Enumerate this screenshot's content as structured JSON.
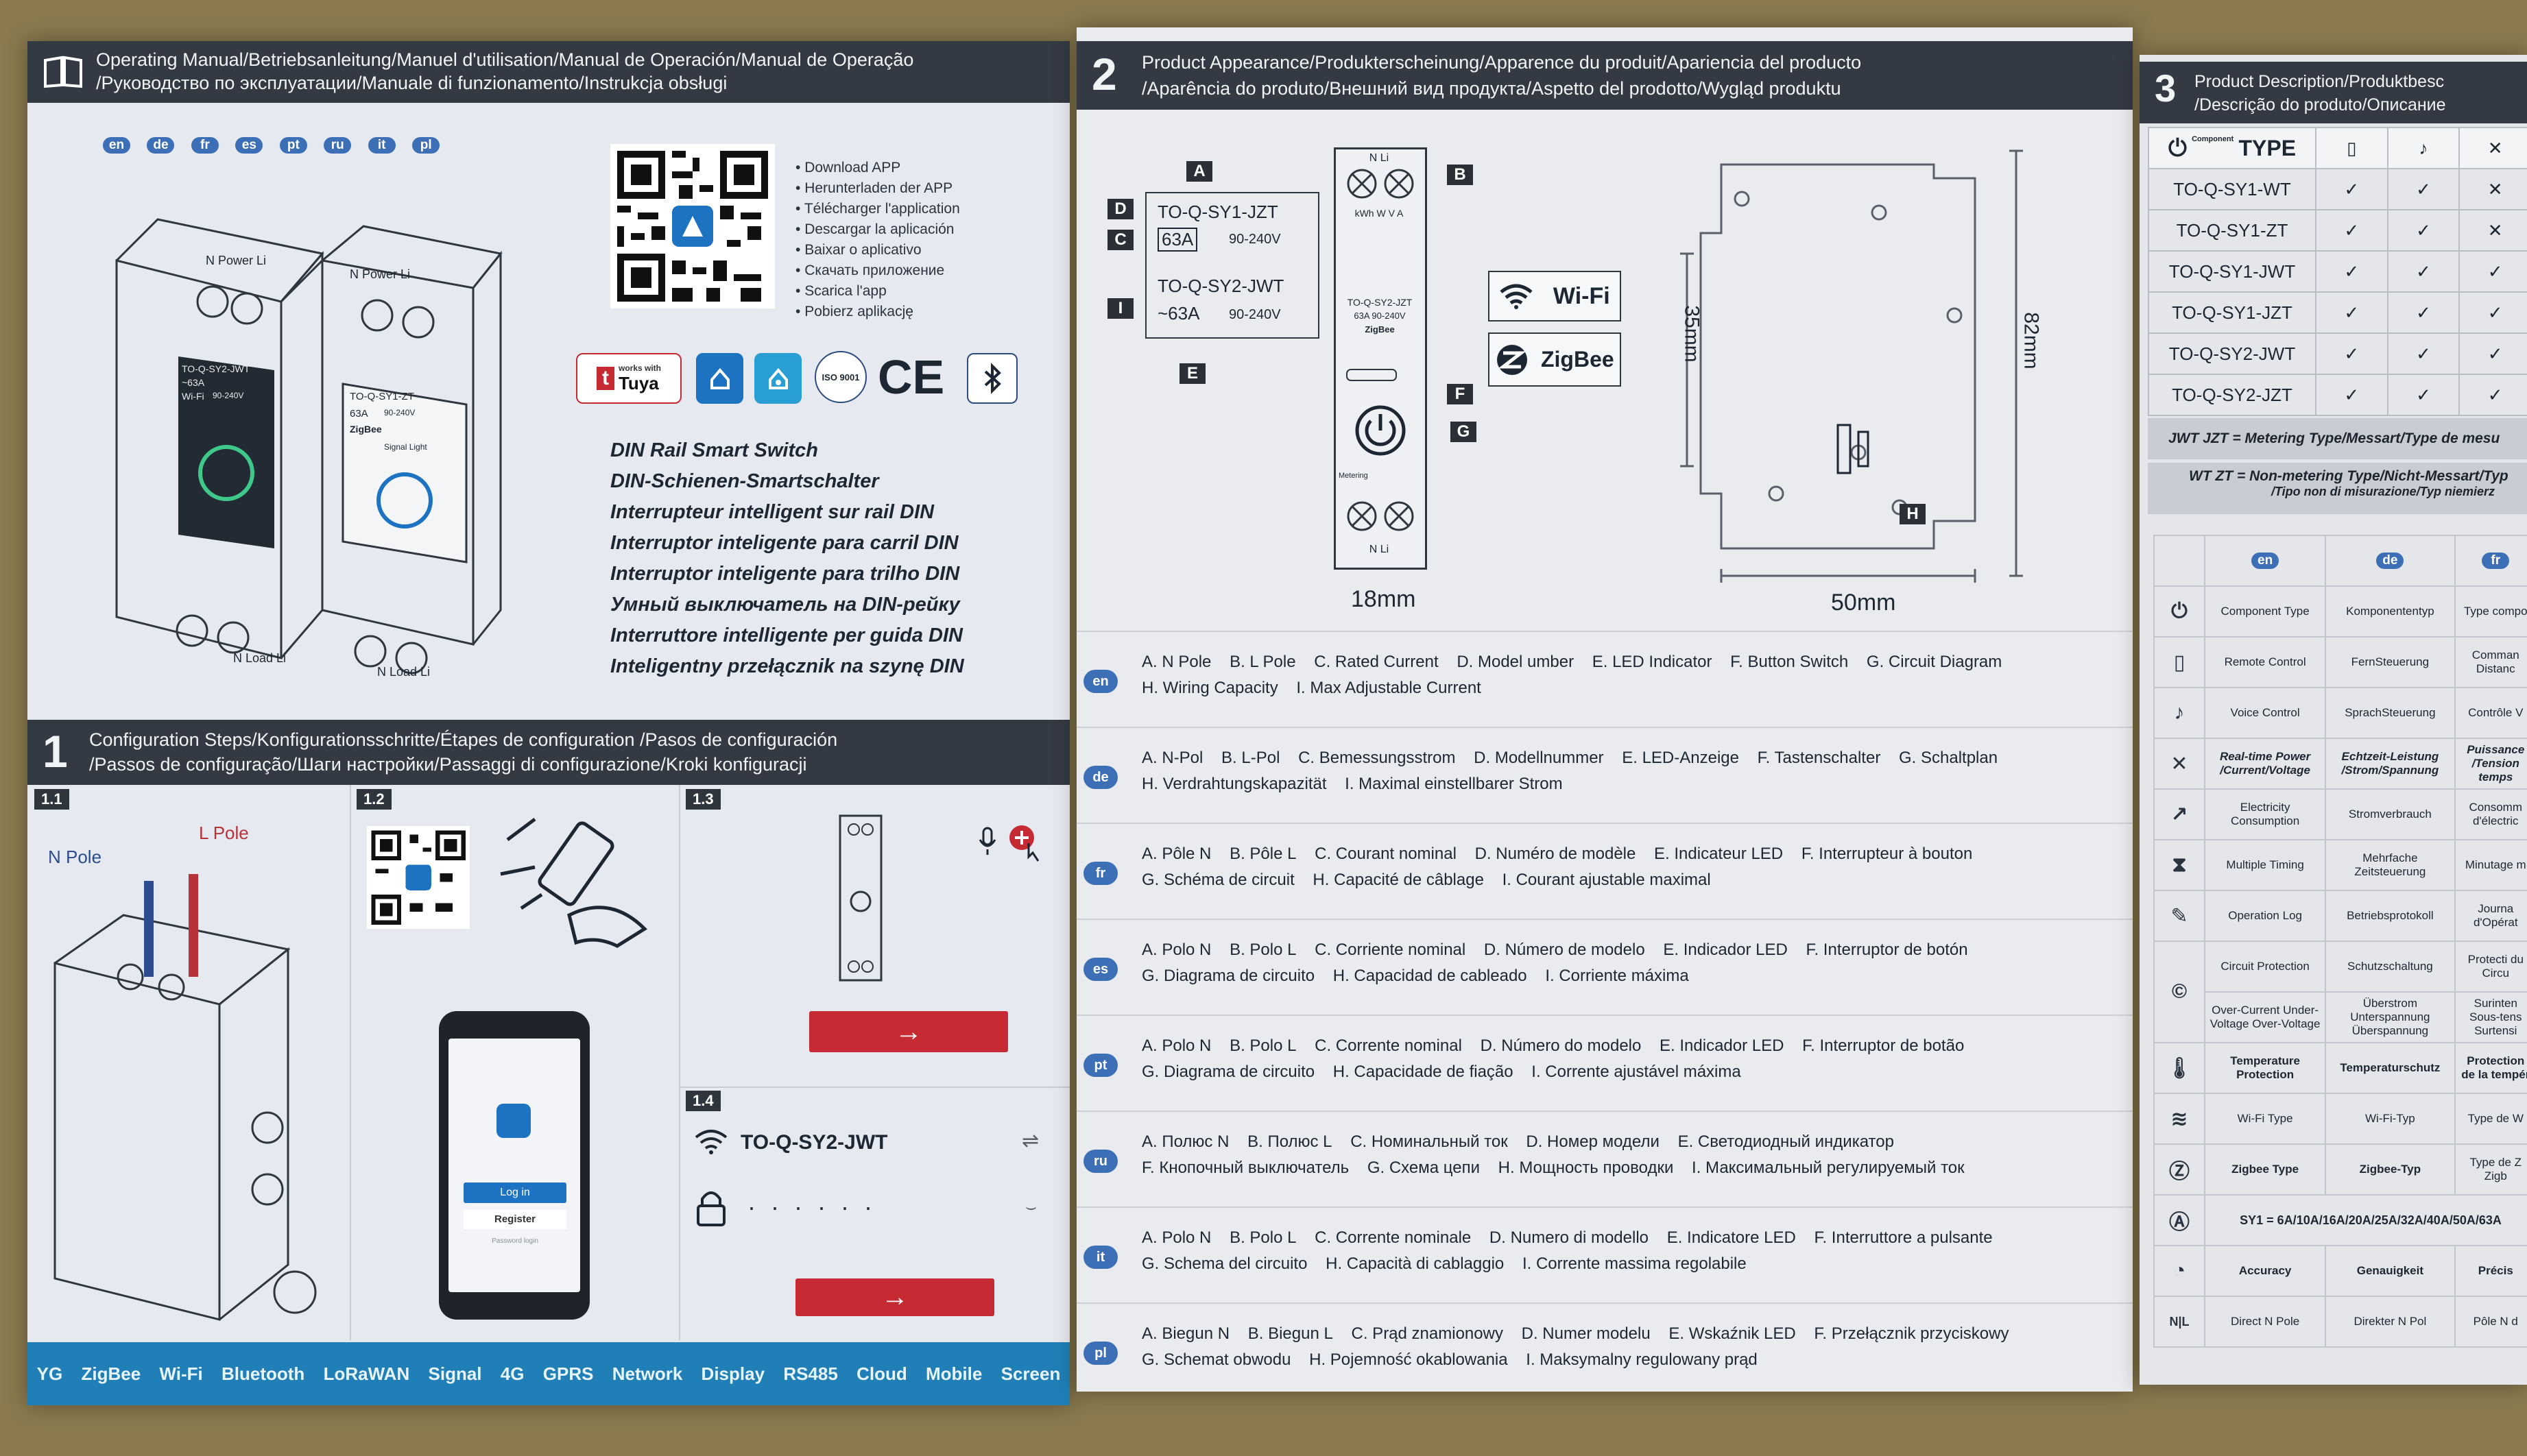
{
  "languages": [
    "en",
    "de",
    "fr",
    "es",
    "pt",
    "ru",
    "it",
    "pl"
  ],
  "panel1": {
    "header": {
      "line1": "Operating Manual/Betriebsanleitung/Manuel d'utilisation/Manual de Operación/Manual de Operação",
      "line2": "/Руководство по эксплуатации/Manuale di funzionamento/Instrukcja obsługi"
    },
    "download_bullets": [
      "Download APP",
      "Herunterladen der APP",
      "Télécharger l'application",
      "Descargar la aplicación",
      "Baixar o aplicativo",
      "Скачать приложение",
      "Scarica l'app",
      "Pobierz aplikację"
    ],
    "works_with": "works with",
    "tuya": "Tuya",
    "iso": "ISO 9001",
    "ce": "CE",
    "product_titles": [
      "DIN Rail Smart Switch",
      "DIN-Schienen-Smartschalter",
      "Interrupteur intelligent sur rail DIN",
      "Interruptor inteligente para carril DIN",
      "Interruptor inteligente para trilho DIN",
      "Умный выключатель на DIN-рейку",
      "Interruttore intelligente per guida DIN",
      "Inteligentny przełącznik na szynę DIN"
    ],
    "device_left": {
      "top_label": "N Power Li",
      "model": "TO-Q-SY2-JWT",
      "amp": "~63A",
      "wifi": "Wi-Fi",
      "voltage": "90-240V"
    },
    "device_right": {
      "top_label": "N Power Li",
      "model": "TO-Q-SY1-ZT",
      "amp": "63A",
      "zigbee": "ZigBee",
      "voltage": "90-240V",
      "signal": "Signal Light"
    },
    "load_label": "N Load Li",
    "config_header": {
      "num": "1",
      "line1": "Configuration Steps/Konfigurationsschritte/Étapes de configuration /Pasos de configuración",
      "line2": "/Passos de configuração/Шаги настройки/Passaggi di configurazione/Kroki konfiguracji"
    },
    "steps": {
      "s11": {
        "num": "1.1",
        "n_pole": "N Pole",
        "l_pole": "L Pole"
      },
      "s12": {
        "num": "1.2",
        "login": "Log in",
        "register": "Register",
        "password": "Password login"
      },
      "s13": {
        "num": "1.3"
      },
      "s14": {
        "num": "1.4",
        "ssid": "TO-Q-SY2-JWT",
        "password_mask": "· · · · · ·"
      }
    },
    "bottom_icons": [
      "YG",
      "ZigBee",
      "Wi-Fi",
      "Bluetooth",
      "LoRaWAN",
      "Signal",
      "4G",
      "GPRS",
      "Network",
      "Display",
      "RS485",
      "Cloud",
      "Mobile",
      "Screen"
    ]
  },
  "panel2": {
    "header": {
      "num": "2",
      "line1": "Product Appearance/Produkterscheinung/Apparence du produit/Apariencia del producto",
      "line2": "/Aparência do produto/Внешний вид продукта/Aspetto del prodotto/Wygląd produktu"
    },
    "labels": {
      "A": "A",
      "B": "B",
      "C": "C",
      "D": "D",
      "E": "E",
      "F": "F",
      "G": "G",
      "H": "H",
      "I": "I"
    },
    "callout": {
      "model1": "TO-Q-SY1-JZT",
      "amp1": "63A",
      "volt1": "90-240V",
      "model2": "TO-Q-SY2-JWT",
      "amp2": "~63A",
      "volt2": "90-240V"
    },
    "device_top": "N Li",
    "device_sub": "kWh W V A",
    "device_model": "TO-Q-SY2-JZT",
    "device_amp": "63A 90-240V",
    "device_zigbee": "ZigBee",
    "device_metering": "Metering",
    "wifi": "Wi-Fi",
    "zigbee": "ZigBee",
    "dim_18": "18mm",
    "dim_50": "50mm",
    "dim_35": "35mm",
    "dim_82": "82mm",
    "legend": [
      {
        "lang": "en",
        "l1": [
          "A. N Pole",
          "B. L Pole",
          "C. Rated Current",
          "D. Model umber",
          "E. LED Indicator",
          "F. Button Switch",
          "G. Circuit Diagram"
        ],
        "l2": [
          "H. Wiring Capacity",
          "I. Max Adjustable Current"
        ]
      },
      {
        "lang": "de",
        "l1": [
          "A. N-Pol",
          "B. L-Pol",
          "C. Bemessungsstrom",
          "D. Modellnummer",
          "E. LED-Anzeige",
          "F. Tastenschalter",
          "G. Schaltplan"
        ],
        "l2": [
          "H. Verdrahtungskapazität",
          "I. Maximal einstellbarer Strom"
        ]
      },
      {
        "lang": "fr",
        "l1": [
          "A. Pôle N",
          "B. Pôle L",
          "C. Courant nominal",
          "D. Numéro de modèle",
          "E. Indicateur LED",
          "F. Interrupteur à bouton"
        ],
        "l2": [
          "G. Schéma de circuit",
          "H. Capacité de câblage",
          "I. Courant ajustable maximal"
        ]
      },
      {
        "lang": "es",
        "l1": [
          "A. Polo N",
          "B. Polo L",
          "C. Corriente nominal",
          "D. Número de modelo",
          "E. Indicador LED",
          "F. Interruptor de botón"
        ],
        "l2": [
          "G. Diagrama de circuito",
          "H. Capacidad de cableado",
          "I. Corriente máxima"
        ]
      },
      {
        "lang": "pt",
        "l1": [
          "A. Polo N",
          "B. Polo L",
          "C. Corrente nominal",
          "D. Número do modelo",
          "E. Indicador LED",
          "F. Interruptor de botão"
        ],
        "l2": [
          "G. Diagrama de circuito",
          "H. Capacidade de fiação",
          "I. Corrente ajustável máxima"
        ]
      },
      {
        "lang": "ru",
        "l1": [
          "A. Полюс N",
          "B. Полюс L",
          "C. Номинальный ток",
          "D. Номер модели",
          "E. Светодиодный индикатор"
        ],
        "l2": [
          "F. Кнопочный выключатель",
          "G. Схема цепи",
          "H. Мощность проводки",
          "I. Максимальный регулируемый ток"
        ]
      },
      {
        "lang": "it",
        "l1": [
          "A. Polo N",
          "B. Polo L",
          "C. Corrente nominale",
          "D. Numero di modello",
          "E. Indicatore LED",
          "F. Interruttore a pulsante"
        ],
        "l2": [
          "G. Schema del circuito",
          "H. Capacità di cablaggio",
          "I. Corrente massima regolabile"
        ]
      },
      {
        "lang": "pl",
        "l1": [
          "A. Biegun N",
          "B. Biegun L",
          "C. Prąd znamionowy",
          "D. Numer modelu",
          "E. Wskaźnik LED",
          "F. Przełącznik przyciskowy"
        ],
        "l2": [
          "G. Schemat obwodu",
          "H. Pojemność okablowania",
          "I. Maksymalny regulowany prąd"
        ]
      }
    ]
  },
  "panel3": {
    "header": {
      "num": "3",
      "line1": "Product Description/Produktbesc",
      "line2": "/Descrição do produto/Описание"
    },
    "type_header": "TYPE",
    "component": "Component",
    "rows": [
      {
        "model": "TO-Q-SY1-WT",
        "c1": "✓",
        "c2": "✓",
        "c3": "✕"
      },
      {
        "model": "TO-Q-SY1-ZT",
        "c1": "✓",
        "c2": "✓",
        "c3": "✕"
      },
      {
        "model": "TO-Q-SY1-JWT",
        "c1": "✓",
        "c2": "✓",
        "c3": "✓"
      },
      {
        "model": "TO-Q-SY1-JZT",
        "c1": "✓",
        "c2": "✓",
        "c3": "✓"
      },
      {
        "model": "TO-Q-SY2-JWT",
        "c1": "✓",
        "c2": "✓",
        "c3": "✓"
      },
      {
        "model": "TO-Q-SY2-JZT",
        "c1": "✓",
        "c2": "✓",
        "c3": "✓"
      }
    ],
    "note1": "JWT JZT = Metering Type/Messart/Type de mesu",
    "note2": "WT ZT = Non-metering Type/Nicht-Messart/Typ",
    "note2b": "/Tipo non di misurazione/Typ niemierz",
    "desc_headers": [
      "en",
      "de",
      "fr"
    ],
    "desc_rows": [
      {
        "icon": "⏻",
        "en": "Component Type",
        "de": "Komponententyp",
        "fr": "Type compo"
      },
      {
        "icon": "▯",
        "en": "Remote Control",
        "de": "FernSteuerung",
        "fr": "Comman Distanc"
      },
      {
        "icon": "♪",
        "en": "Voice Control",
        "de": "SprachSteuerung",
        "fr": "Contrôle V"
      },
      {
        "icon": "✕",
        "en": "Real-time Power /Current/Voltage",
        "de": "Echtzeit-Leistung /Strom/Spannung",
        "fr": "Puissance /Tension temps"
      },
      {
        "icon": "↗",
        "en": "Electricity Consumption",
        "de": "Stromverbrauch",
        "fr": "Consomm d'électric"
      },
      {
        "icon": "⧗",
        "en": "Multiple Timing",
        "de": "Mehrfache Zeitsteuerung",
        "fr": "Minutage m"
      },
      {
        "icon": "✎",
        "en": "Operation Log",
        "de": "Betriebsprotokoll",
        "fr": "Journa d'Opérat"
      },
      {
        "icon": "©",
        "en": "Circuit Protection",
        "de": "Schutzschaltung",
        "fr": "Protecti du Circu"
      },
      {
        "icon": "",
        "en": "Over-Current Under-Voltage Over-Voltage",
        "de": "Überstrom Unterspannung Überspannung",
        "fr": "Surinten Sous-tens Surtensi"
      },
      {
        "icon": "🌡",
        "en": "Temperature Protection",
        "de": "Temperaturschutz",
        "fr": "Protection de la tempér"
      },
      {
        "icon": "≋",
        "en": "Wi-Fi Type",
        "de": "Wi-Fi-Typ",
        "fr": "Type de W"
      },
      {
        "icon": "Ⓩ",
        "en": "Zigbee Type",
        "de": "Zigbee-Typ",
        "fr": "Type de Z"
      },
      {
        "icon": "Ⓐ",
        "en": "SY1 = 6A/10A/16A/20A/25A/32A/40A/50A/63A",
        "de": "",
        "fr": ""
      },
      {
        "icon": "◔",
        "en": "Accuracy",
        "de": "Genauigkeit",
        "fr": "Précis"
      },
      {
        "icon": "N|L",
        "en": "Direct N Pole",
        "de": "Direkter N Pol",
        "fr": "Pôle N d"
      }
    ],
    "zigb_note": "Zigb"
  },
  "colors": {
    "header_bar": "#343a43",
    "accent_blue": "#3d6fb7",
    "brand_red": "#c62a32",
    "bottom_bar": "#1f7fb6"
  }
}
